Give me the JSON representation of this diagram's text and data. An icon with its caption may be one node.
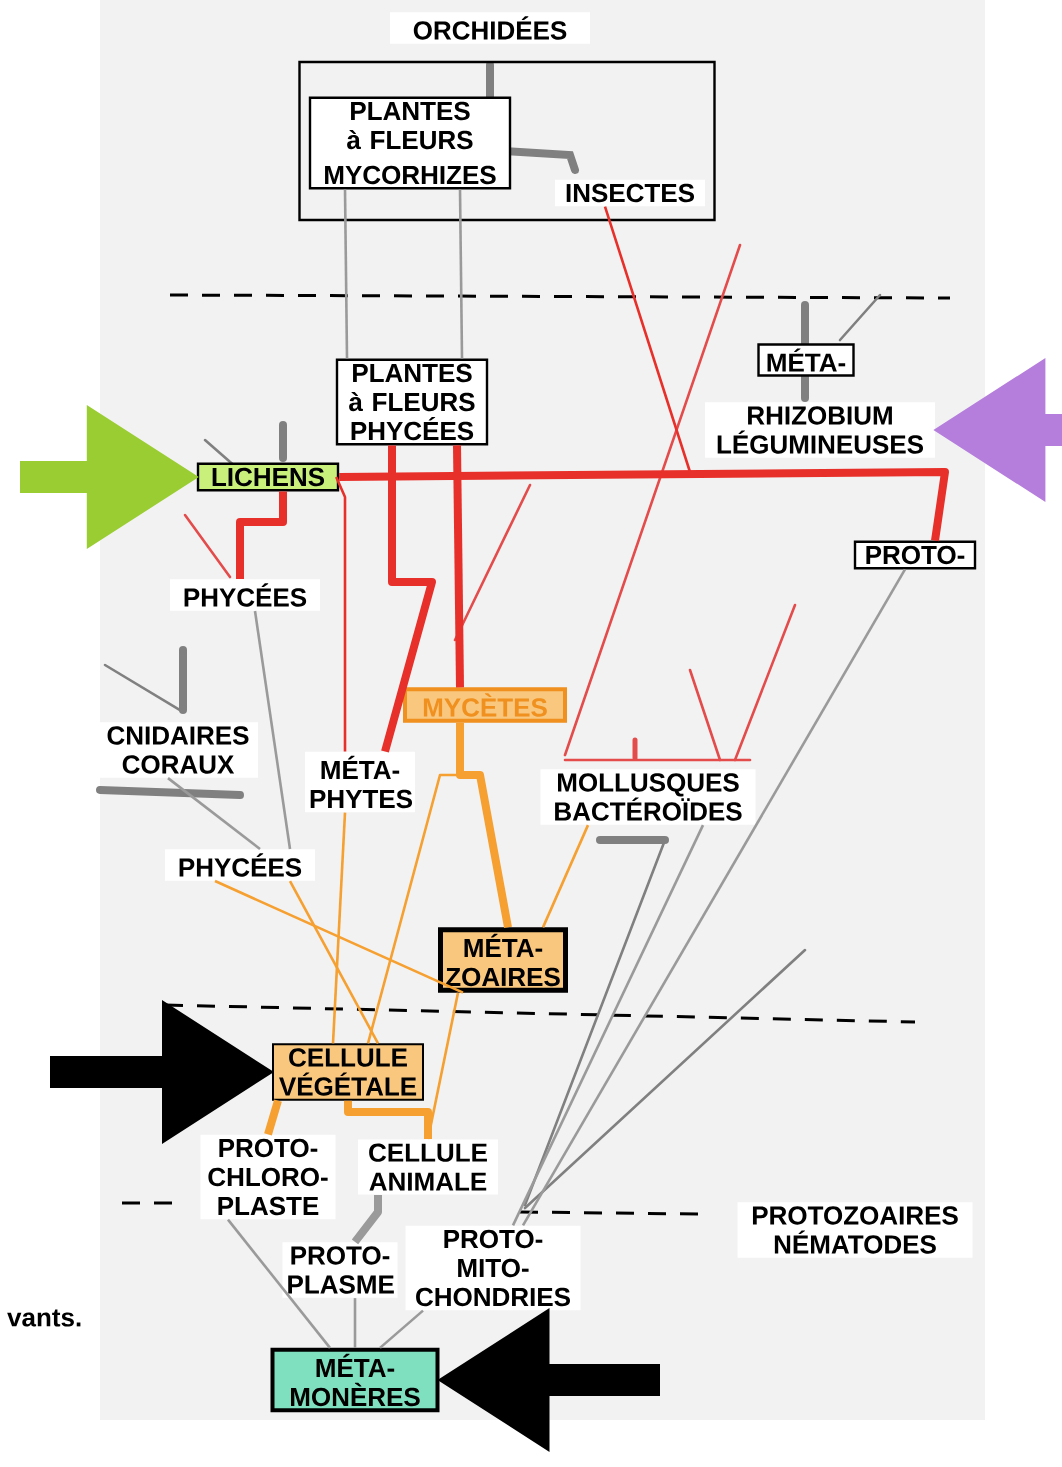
{
  "diagram": {
    "nodes": [
      {
        "text": [
          "ORCHIDÉES"
        ]
      },
      {
        "text": [],
        "shape": "box"
      },
      {
        "text": [
          "PLANTES à FLEURS",
          "MYCORHIZES"
        ],
        "in": 1
      },
      {
        "text": [
          "INSECTES"
        ],
        "in": 1
      },
      {
        "text": [
          "PLANTES à FLEURS PHYCÉES"
        ]
      },
      {
        "text": [
          "MÉTA-"
        ]
      },
      {
        "text": [
          "RHIZOBIUM LÉGUMINEUSES"
        ]
      },
      {
        "text": [
          "LICHENS"
        ]
      },
      {
        "text": [
          "PHYCÉES"
        ]
      },
      {
        "text": [
          "PROTO-"
        ]
      },
      {
        "text": [
          "MYCÈTES"
        ]
      },
      {
        "text": [
          "CNIDAIRES CORAUX"
        ]
      },
      {
        "text": [
          "MÉTA- PHYTES"
        ]
      },
      {
        "text": [
          "MOLLUSQUES BACTÉROÏDES"
        ]
      },
      {
        "text": [
          "PHYCÉES"
        ]
      },
      {
        "text": [
          "MÉTA- ZOAIRES"
        ]
      },
      {
        "text": [
          "CELLULE VÉGÉTALE"
        ]
      },
      {
        "text": [
          "PROTO- CHLORO- PLASTE"
        ]
      },
      {
        "text": [
          "CELLULE ANIMALE"
        ]
      },
      {
        "text": [
          "PROTOZOAIRES NÉMATODES"
        ]
      },
      {
        "text": [
          "PROTO- PLASME"
        ]
      },
      {
        "text": [
          "PROTO- MITO- CHONDRIES"
        ]
      },
      {
        "text": [
          "MÉTA- MONÈRES"
        ]
      }
    ],
    "edges": [
      {
        "from": null,
        "to": 7,
        "arrow": "to",
        "style": "thick",
        "color": "#9acd32"
      },
      {
        "from": null,
        "to": 6,
        "arrow": "to",
        "style": "thick",
        "color": "#b57edc"
      },
      {
        "from": null,
        "to": 16,
        "arrow": "to",
        "style": "thick",
        "color": "#000000"
      },
      {
        "from": null,
        "to": 22,
        "arrow": "to",
        "style": "thick",
        "color": "#000000"
      },
      {
        "from": 2,
        "to": 4,
        "arrow": "none",
        "color": "#9a9a9a"
      },
      {
        "from": 2,
        "to": 4,
        "arrow": "none",
        "color": "#9a9a9a"
      },
      {
        "from": 3,
        "to": 7,
        "arrow": "none",
        "color": "#e8302a"
      },
      {
        "from": 7,
        "to": 9,
        "arrow": "none",
        "style": "thick",
        "color": "#e8302a"
      },
      {
        "from": 4,
        "to": 10,
        "arrow": "none",
        "style": "thick",
        "color": "#e8302a"
      },
      {
        "from": 7,
        "to": 8,
        "arrow": "none",
        "style": "thick",
        "color": "#e8302a"
      },
      {
        "from": 4,
        "to": 12,
        "arrow": "none",
        "style": "thick",
        "color": "#e8302a"
      },
      {
        "from": 10,
        "to": 15,
        "arrow": "none",
        "style": "thick",
        "color": "#f5a030"
      },
      {
        "from": 10,
        "to": 16,
        "arrow": "none",
        "color": "#f5a030"
      },
      {
        "from": 12,
        "to": 16,
        "arrow": "none",
        "color": "#f5a030"
      },
      {
        "from": 14,
        "to": 15,
        "arrow": "none",
        "color": "#f5a030"
      },
      {
        "from": 13,
        "to": 15,
        "arrow": "none",
        "color": "#f5a030"
      },
      {
        "from": 15,
        "to": 18,
        "arrow": "none",
        "color": "#f5a030"
      },
      {
        "from": 16,
        "to": 17,
        "arrow": "none",
        "style": "thick",
        "color": "#f5a030"
      },
      {
        "from": 16,
        "to": 18,
        "arrow": "none",
        "style": "thick",
        "color": "#f5a030"
      },
      {
        "from": 11,
        "to": 14,
        "arrow": "none",
        "color": "#9a9a9a"
      },
      {
        "from": 8,
        "to": 14,
        "arrow": "none",
        "color": "#9a9a9a"
      },
      {
        "from": 13,
        "to": 21,
        "arrow": "none",
        "color": "#9a9a9a"
      },
      {
        "from": 9,
        "to": 21,
        "arrow": "none",
        "color": "#9a9a9a"
      },
      {
        "from": 18,
        "to": 20,
        "arrow": "none",
        "style": "thick",
        "color": "#9a9a9a"
      },
      {
        "from": 20,
        "to": 22,
        "arrow": "none",
        "color": "#9a9a9a"
      },
      {
        "from": 21,
        "to": 22,
        "arrow": "none",
        "color": "#9a9a9a"
      },
      {
        "from": 17,
        "to": 22,
        "arrow": "none",
        "color": "#9a9a9a"
      },
      {
        "from": 7,
        "to": 12,
        "arrow": "none",
        "color": "#e8302a"
      },
      {
        "from": 14,
        "to": 16,
        "arrow": "none",
        "color": "#f5a030"
      }
    ],
    "labels": [
      "vants."
    ]
  }
}
